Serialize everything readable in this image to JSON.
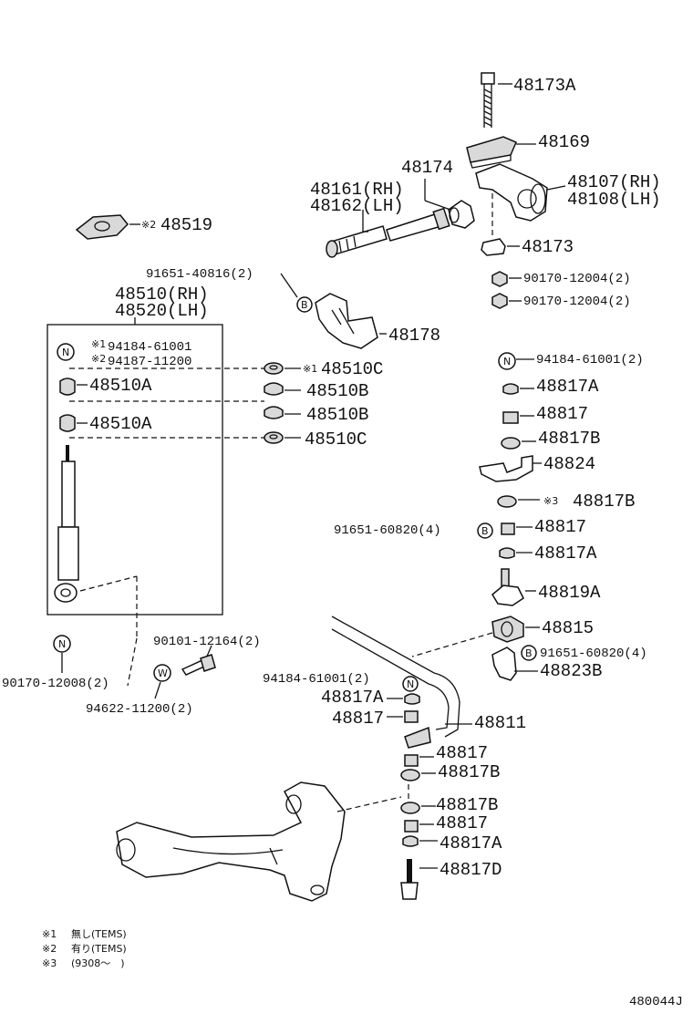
{
  "labels": {
    "p48173A": "48173A",
    "p48169": "48169",
    "p48174": "48174",
    "p48107": "48107(RH)",
    "p48108": "48108(LH)",
    "p48161": "48161(RH)",
    "p48162": "48162(LH)",
    "p48173": "48173",
    "p48519": "48519",
    "p91651_40816": "91651-40816(2)",
    "p90170_12004a": "90170-12004(2)",
    "p90170_12004b": "90170-12004(2)",
    "p48510": "48510(RH)",
    "p48520": "48520(LH)",
    "p48178": "48178",
    "p94184_61001_box": "94184-61001",
    "p94187_11200": "94187-11200",
    "p48510A_1": "48510A",
    "p48510A_2": "48510A",
    "p48510C_1": "48510C",
    "p48510B_1": "48510B",
    "p48510B_2": "48510B",
    "p48510C_2": "48510C",
    "p94184_61001_r": "94184-61001(2)",
    "p48817A_r1": "48817A",
    "p48817_r1": "48817",
    "p48817B_r1": "48817B",
    "p48824": "48824",
    "p48817B_r2": "48817B",
    "p91651_60820a": "91651-60820(4)",
    "p48817_r2": "48817",
    "p48817A_r2": "48817A",
    "p48819A": "48819A",
    "p48815": "48815",
    "p91651_60820b": "91651-60820(4)",
    "p48823B": "48823B",
    "p90101_12164": "90101-12164(2)",
    "p90170_12008": "90170-12008(2)",
    "p94622_11200": "94622-11200(2)",
    "p94184_61001_c": "94184-61001(2)",
    "p48817A_c": "48817A",
    "p48817_c": "48817",
    "p48811": "48811",
    "p48817_l1": "48817",
    "p48817B_l1": "48817B",
    "p48817B_l2": "48817B",
    "p48817_l2": "48817",
    "p48817A_l": "48817A",
    "p48817D": "48817D"
  },
  "marks": {
    "note1": "※1",
    "note2": "※2",
    "note3": "※3",
    "n": "N",
    "b": "B",
    "w": "W"
  },
  "notes": {
    "n1_mark": "※1",
    "n1_text": "無し(TEMS)",
    "n2_mark": "※2",
    "n2_text": "有り(TEMS)",
    "n3_mark": "※3",
    "n3_text": "(9308～　)"
  },
  "diagram_id": "480044J"
}
